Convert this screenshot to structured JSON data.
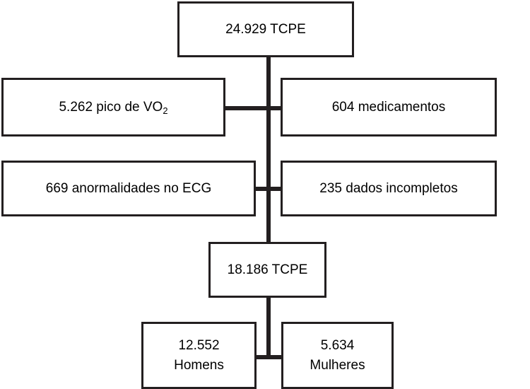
{
  "diagram": {
    "title": "Fluxograma de selecao de TCPE",
    "colors": {
      "stroke": "#231f20",
      "background": "#ffffff",
      "text": "#000000"
    },
    "nodes": {
      "total": {
        "text": "24.929  TCPE"
      },
      "excl_vo2": {
        "text_before": "5.262 pico de VO",
        "subscript": "2"
      },
      "excl_meds": {
        "text": "604 medicamentos"
      },
      "excl_ecg": {
        "text": "669 anormalidades no ECG"
      },
      "excl_incomplete": {
        "text": "235 dados incompletos"
      },
      "included": {
        "text": "18.186 TCPE"
      },
      "men": {
        "count": "12.552",
        "label": "Homens"
      },
      "women": {
        "count": "5.634",
        "label": "Mulheres"
      }
    }
  }
}
